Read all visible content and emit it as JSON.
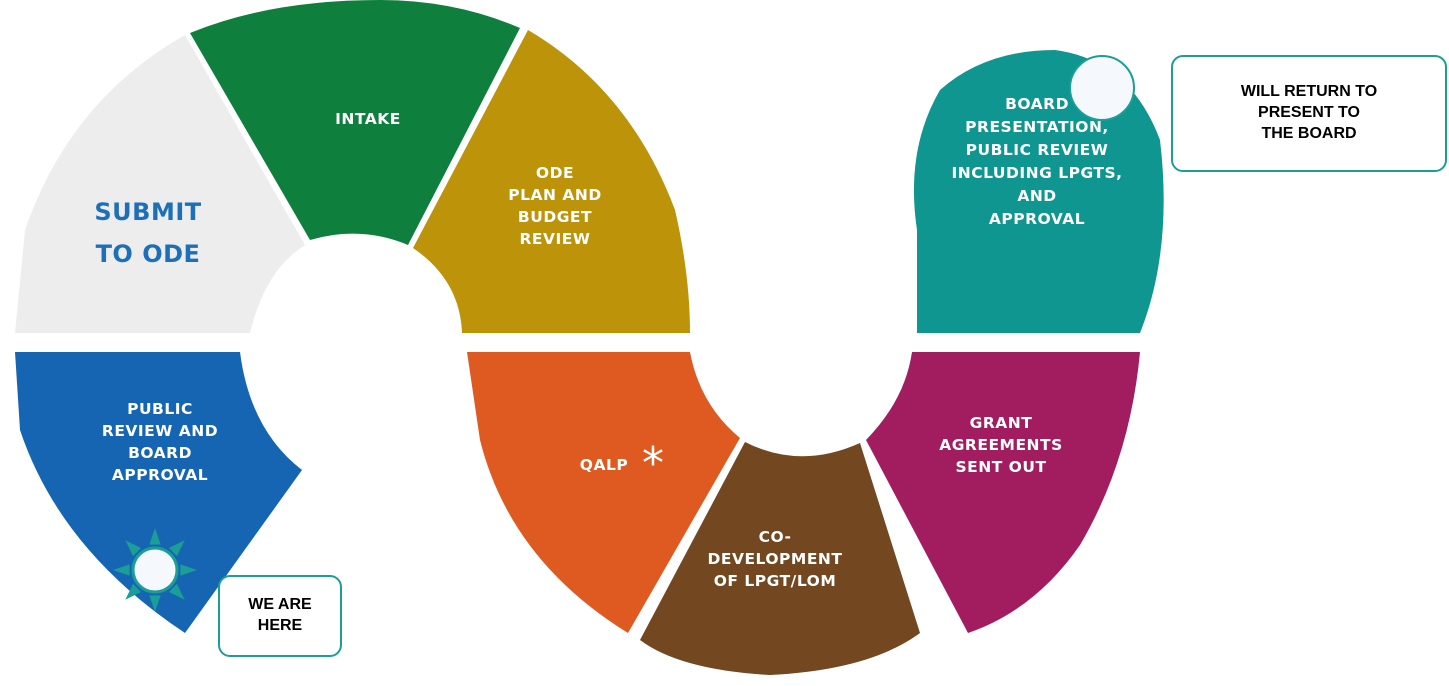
{
  "segments": {
    "intake": {
      "lines": [
        "INTAKE"
      ],
      "color": "#0e7f3c"
    },
    "ode_plan": {
      "lines": [
        "ODE",
        "PLAN AND",
        "BUDGET",
        "REVIEW"
      ],
      "color": "#bd930a"
    },
    "submit": {
      "lines": [
        "SUBMIT",
        "TO ODE"
      ],
      "color": "#ededed",
      "text_color": "#1d70b7"
    },
    "public_review": {
      "lines": [
        "PUBLIC",
        "REVIEW AND",
        "BOARD",
        "APPROVAL"
      ],
      "color": "#1565b3"
    },
    "qalp": {
      "label": "QALP",
      "asterisk": "*",
      "color": "#de5a20"
    },
    "codev": {
      "lines": [
        "CO-",
        "DEVELOPMENT",
        "OF LPGT/LOM"
      ],
      "color": "#73471f"
    },
    "grant": {
      "lines": [
        "GRANT",
        "AGREEMENTS",
        "SENT OUT"
      ],
      "color": "#a11d5f"
    },
    "board": {
      "lines": [
        "BOARD",
        "PRESENTATION,",
        "PUBLIC REVIEW",
        "INCLUDING LPGTS,",
        "AND",
        "APPROVAL"
      ],
      "color": "#0f9690"
    }
  },
  "callouts": {
    "will_return": {
      "lines": [
        "WILL RETURN TO",
        "PRESENT TO",
        "THE BOARD"
      ]
    },
    "we_are_here": {
      "lines": [
        "WE ARE",
        "HERE"
      ]
    }
  },
  "colors": {
    "callout_border": "#1a9e96",
    "sun": "#1a9e96"
  }
}
